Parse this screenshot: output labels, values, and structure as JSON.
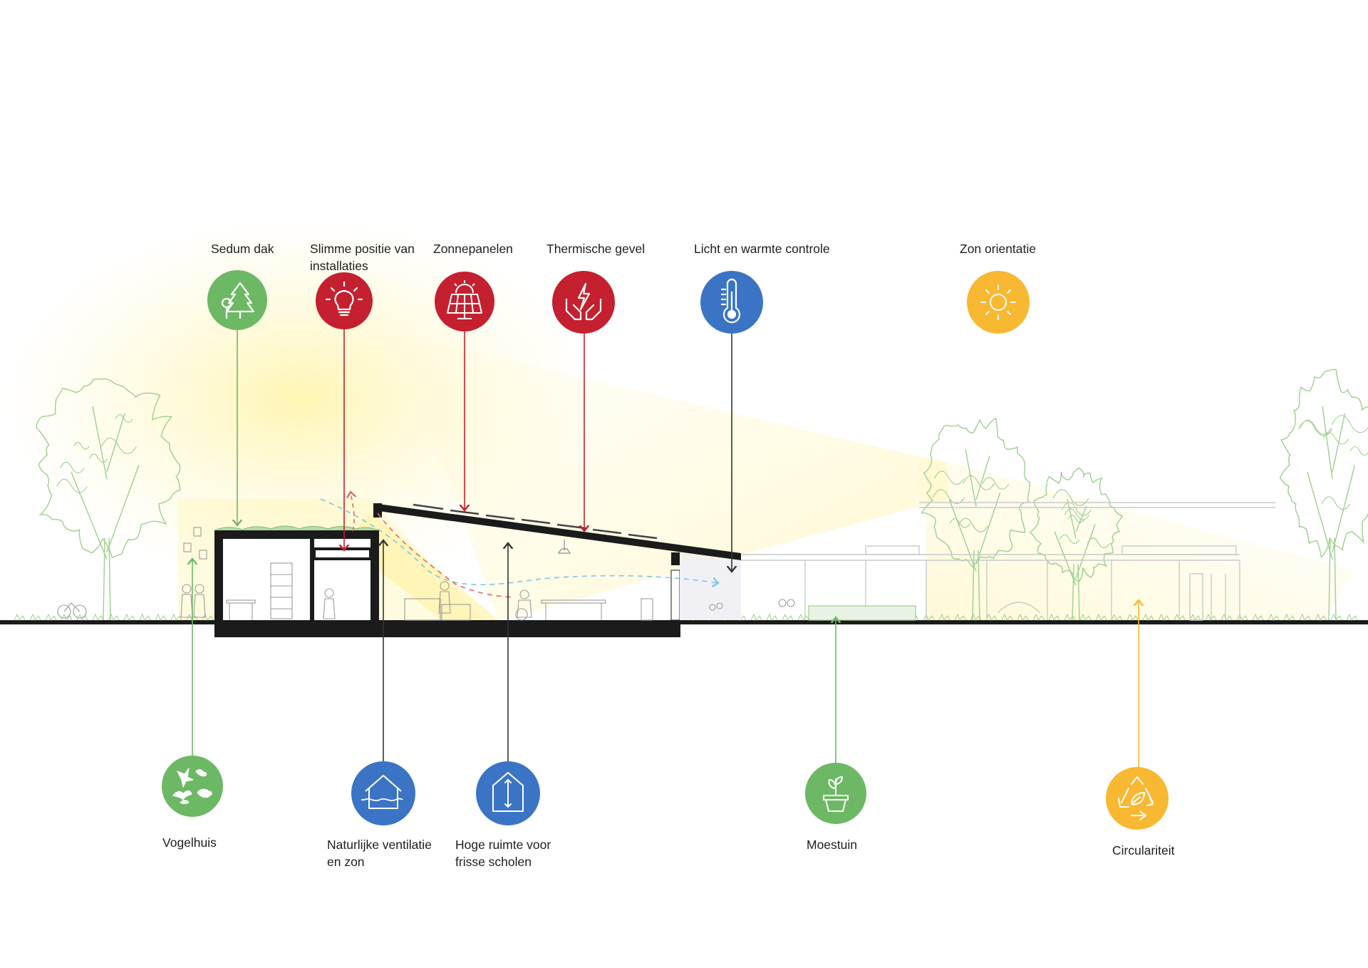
{
  "colors": {
    "green": "#6db865",
    "red": "#c4202f",
    "blue": "#3b74c4",
    "yellow": "#f8b832",
    "dark": "#1b1b1b",
    "tree_line": "#9ccf8f",
    "sun_glow": "#fff6b8",
    "vent_arrow": "#7ec3e8",
    "warm_arrow": "#d86a6a"
  },
  "top_labels": {
    "sedum": {
      "name": "Sedum dak",
      "icon": "tree-icon",
      "color": "green"
    },
    "slimme": {
      "line1": "Slimme positie van",
      "line2": "installaties",
      "icon": "lightbulb-icon",
      "color": "red"
    },
    "zonnepanelen": {
      "name": "Zonnepanelen",
      "icon": "solar-panel-icon",
      "color": "red"
    },
    "thermische": {
      "name": "Thermische gevel",
      "icon": "energy-hands-icon",
      "color": "red"
    },
    "licht": {
      "name": "Licht en warmte controle",
      "icon": "thermometer-icon",
      "color": "blue"
    },
    "zon": {
      "name": "Zon orientatie",
      "icon": "sun-icon",
      "color": "yellow"
    }
  },
  "bottom_labels": {
    "vogelhuis": {
      "name": "Vogelhuis",
      "icon": "birds-icon",
      "color": "green"
    },
    "ventilatie": {
      "line1": "Naturlijke ventilatie",
      "line2": "en zon",
      "icon": "ventilation-house-icon",
      "color": "blue"
    },
    "hoge": {
      "line1": "Hoge ruimte voor",
      "line2": "frisse scholen",
      "icon": "high-room-icon",
      "color": "blue"
    },
    "moestuin": {
      "name": "Moestuin",
      "icon": "plant-pot-icon",
      "color": "green"
    },
    "circulariteit": {
      "name": "Circulariteit",
      "icon": "recycle-icon",
      "color": "yellow"
    }
  }
}
